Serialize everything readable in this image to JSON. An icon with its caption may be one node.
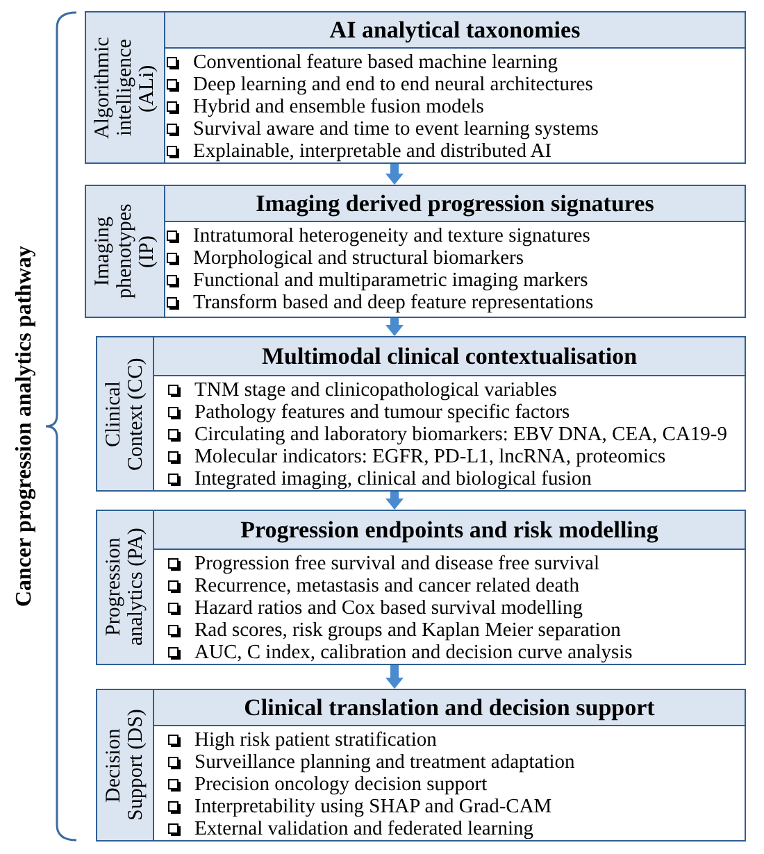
{
  "diagram": {
    "nodes": [
      {
        "text": [
          "Conventional feature based machine learning",
          "Deep learning and end to end neural architectures",
          "Hybrid and ensemble fusion models",
          "Survival aware and time to event learning systems",
          "Explainable, interpretable and distributed AI"
        ]
      },
      {
        "text": [
          "Algorithmic intelligence (ALi)"
        ],
        "in": 0
      },
      {
        "text": [
          "AI analytical taxonomies"
        ],
        "in": 0
      },
      {
        "text": [
          "Intratumoral heterogeneity and texture signatures",
          "Morphological and structural biomarkers",
          "Functional and multiparametric imaging markers",
          "Transform based and deep feature representations"
        ]
      },
      {
        "text": [
          "Imaging phenotypes (IP)"
        ],
        "in": 3
      },
      {
        "text": [
          "Imaging derived progression signatures"
        ],
        "in": 3
      },
      {
        "text": [
          "TNM stage and clinicopathological variables",
          "Pathology features and tumour specific factors",
          "Circulating and laboratory biomarkers: EBV DNA, CEA, CA19-9",
          "Molecular indicators: EGFR, PD-L1, lncRNA, proteomics",
          "Integrated imaging, clinical and biological fusion"
        ]
      },
      {
        "text": [
          "Clinical Context (CC)"
        ],
        "in": 6
      },
      {
        "text": [
          "Multimodal clinical contextualisation"
        ],
        "in": 6
      },
      {
        "text": [
          "Progression free survival and disease free survival",
          "Recurrence, metastasis and cancer related death",
          "Hazard ratios and Cox based survival modelling",
          "Rad scores, risk groups and Kaplan Meier separation",
          "AUC, C index, calibration and decision curve analysis"
        ]
      },
      {
        "text": [
          "Progression analytics (PA)"
        ],
        "in": 9
      },
      {
        "text": [
          "Progression endpoints and risk modelling"
        ],
        "in": 9
      },
      {
        "text": [
          "High risk patient stratification",
          "Surveillance planning and treatment adaptation",
          "Precision oncology decision support",
          "Interpretability using SHAP and Grad-CAM",
          "External validation and federated learning"
        ]
      },
      {
        "text": [
          "Decision Support (DS)"
        ],
        "in": 12
      },
      {
        "text": [
          "Clinical translation and decision support"
        ],
        "in": 12
      }
    ],
    "edges": [
      {
        "from": 0,
        "to": 3,
        "arrow": "to"
      },
      {
        "from": 3,
        "to": 6,
        "arrow": "to"
      },
      {
        "from": 6,
        "to": 9,
        "arrow": "to"
      },
      {
        "from": 9,
        "to": 12,
        "arrow": "to"
      }
    ],
    "labels": [
      "Cancer progression analytics pathway"
    ]
  }
}
